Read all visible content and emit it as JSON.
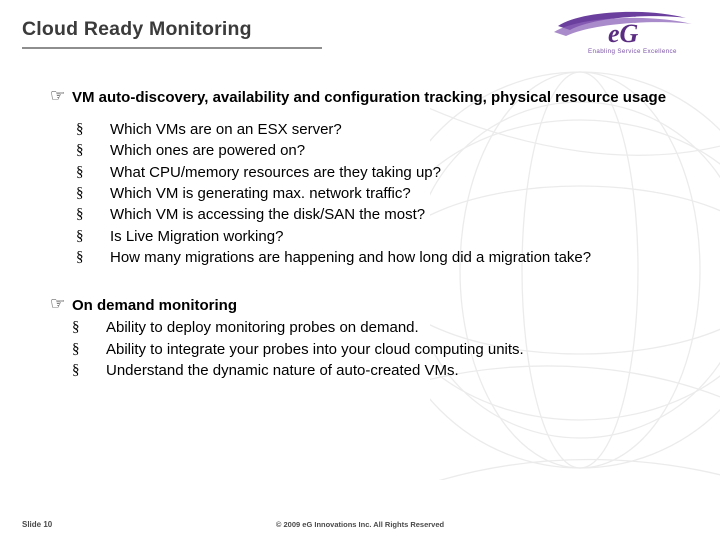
{
  "slide": {
    "title": "Cloud Ready Monitoring",
    "accent_color": "#3b3b3b",
    "rule_color": "#8e8e8e",
    "logo": {
      "wordmark": "eG",
      "tagline": "Enabling Service Excellence",
      "color": "#5b2d82"
    },
    "blocks": [
      {
        "bullet_icon": "pointing-hand-icon",
        "heading": "VM auto-discovery, availability and configuration tracking, physical resource usage",
        "items": [
          "Which VMs are on an ESX server?",
          "Which ones are powered on?",
          "What CPU/memory resources are they taking up?",
          "Which VM is generating max. network traffic?",
          "Which VM is accessing the disk/SAN the most?",
          "Is Live Migration working?",
          "How many migrations are happening and how long did a migration take?"
        ]
      },
      {
        "bullet_icon": "pointing-hand-icon",
        "heading": "On demand monitoring",
        "items": [
          "Ability to deploy monitoring probes on demand.",
          "Ability to integrate your probes into your cloud computing units.",
          "Understand the dynamic nature of auto-created VMs."
        ]
      }
    ],
    "footer": {
      "slide_number": "Slide  10",
      "copyright": "© 2009 eG Innovations Inc. All Rights Reserved"
    }
  }
}
